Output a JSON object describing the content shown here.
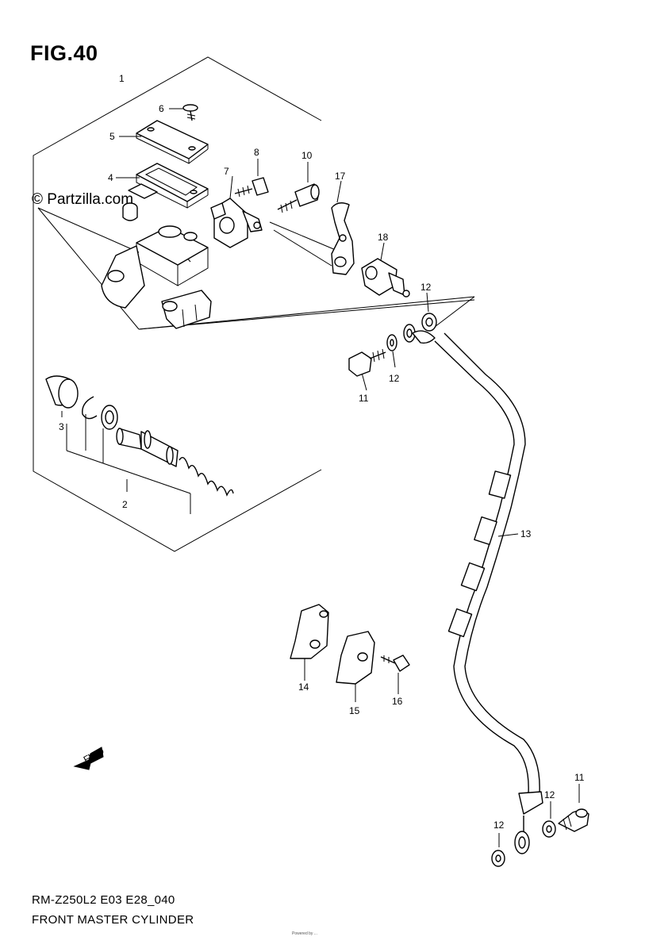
{
  "figure": {
    "title": "FIG.40",
    "watermark": "© Partzilla.com",
    "model_code": "RM-Z250L2 E03 E28_040",
    "caption": "FRONT MASTER CYLINDER",
    "fwd_label": "FWD",
    "tiny_print": "Powered by ..."
  },
  "callouts": [
    {
      "id": "c1",
      "label": "1"
    },
    {
      "id": "c2",
      "label": "2"
    },
    {
      "id": "c3",
      "label": "3"
    },
    {
      "id": "c4",
      "label": "4"
    },
    {
      "id": "c5",
      "label": "5"
    },
    {
      "id": "c6",
      "label": "6"
    },
    {
      "id": "c7",
      "label": "7"
    },
    {
      "id": "c8",
      "label": "8"
    },
    {
      "id": "c10",
      "label": "10"
    },
    {
      "id": "c11a",
      "label": "11"
    },
    {
      "id": "c11b",
      "label": "11"
    },
    {
      "id": "c12a",
      "label": "12"
    },
    {
      "id": "c12b",
      "label": "12"
    },
    {
      "id": "c12c",
      "label": "12"
    },
    {
      "id": "c12d",
      "label": "12"
    },
    {
      "id": "c13",
      "label": "13"
    },
    {
      "id": "c14",
      "label": "14"
    },
    {
      "id": "c15",
      "label": "15"
    },
    {
      "id": "c16",
      "label": "16"
    },
    {
      "id": "c17",
      "label": "17"
    },
    {
      "id": "c18",
      "label": "18"
    }
  ]
}
